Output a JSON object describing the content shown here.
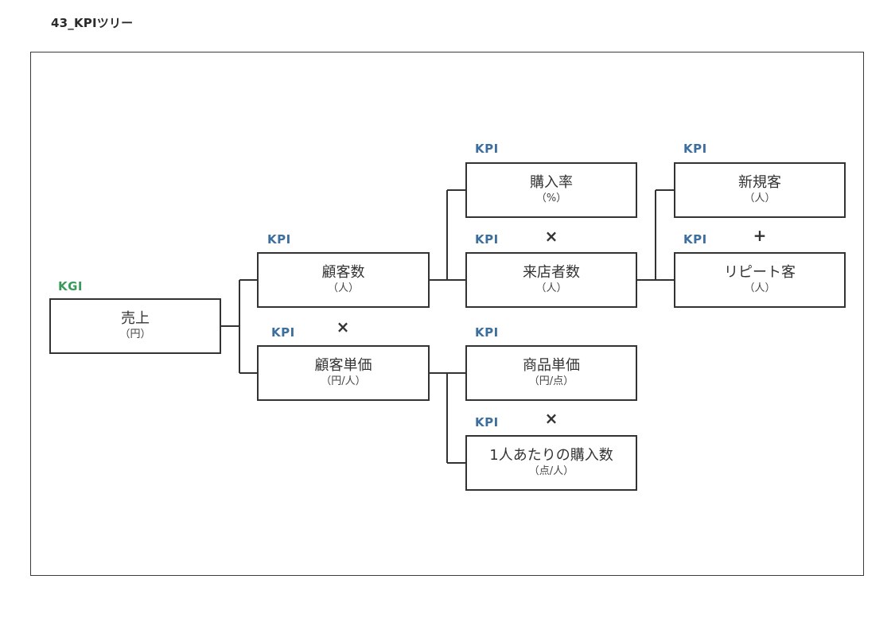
{
  "page": {
    "title": "43_KPIツリー"
  },
  "colors": {
    "kgi": "#3a9a5c",
    "kpi": "#3c6e9e",
    "line": "#333333"
  },
  "nodes": {
    "sales": {
      "tag": "KGI",
      "name": "売上",
      "unit": "（円）"
    },
    "customers": {
      "tag": "KPI",
      "name": "顧客数",
      "unit": "（人）"
    },
    "unit_price": {
      "tag": "KPI",
      "name": "顧客単価",
      "unit": "（円/人）"
    },
    "purchase_rate": {
      "tag": "KPI",
      "name": "購入率",
      "unit": "（%）"
    },
    "visitors": {
      "tag": "KPI",
      "name": "来店者数",
      "unit": "（人）"
    },
    "product_price": {
      "tag": "KPI",
      "name": "商品単価",
      "unit": "（円/点）"
    },
    "items_per_person": {
      "tag": "KPI",
      "name": "1人あたりの購入数",
      "unit": "（点/人）"
    },
    "new_customers": {
      "tag": "KPI",
      "name": "新規客",
      "unit": "（人）"
    },
    "repeat_customers": {
      "tag": "KPI",
      "name": "リピート客",
      "unit": "（人）"
    }
  },
  "operators": {
    "customers_x_unit_price": "×",
    "rate_x_visitors": "×",
    "price_x_items": "×",
    "new_plus_repeat": "+"
  }
}
